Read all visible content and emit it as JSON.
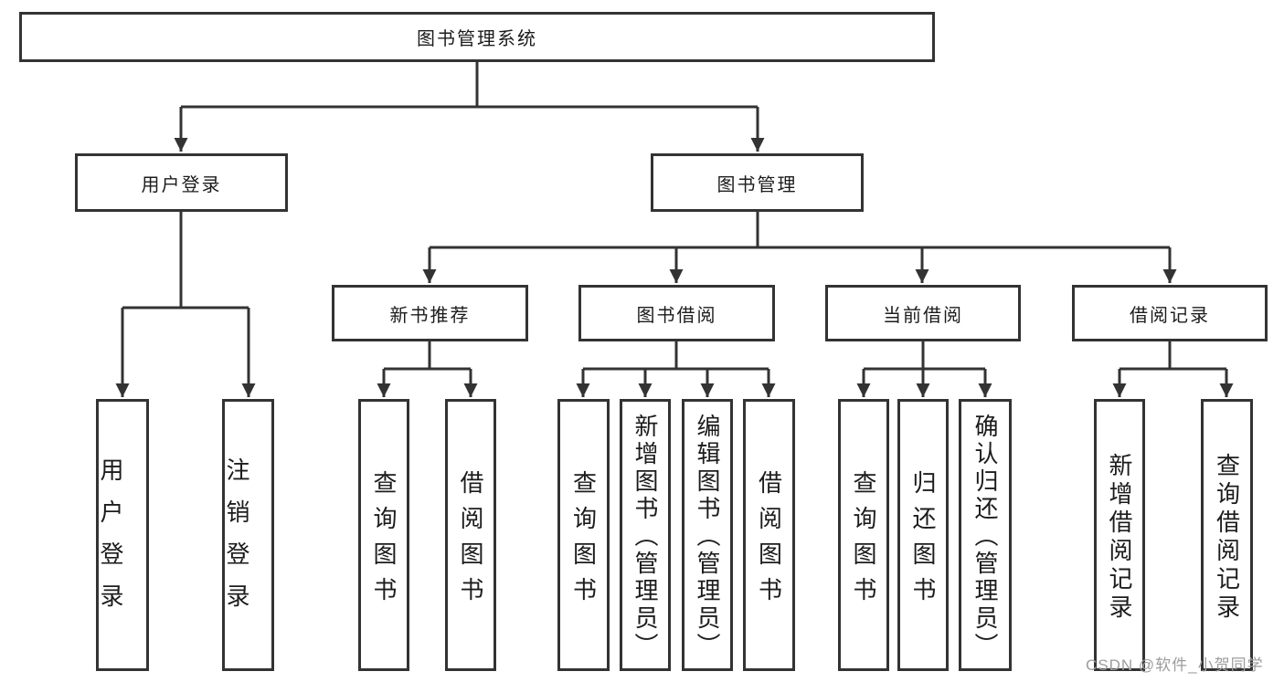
{
  "nodes": {
    "root": {
      "label": "图书管理系统"
    },
    "level2": [
      {
        "label": "用户登录"
      },
      {
        "label": "图书管理"
      }
    ],
    "level3": [
      {
        "label": "新书推荐"
      },
      {
        "label": "图书借阅"
      },
      {
        "label": "当前借阅"
      },
      {
        "label": "借阅记录"
      }
    ],
    "leaves": [
      {
        "label": "用户登录"
      },
      {
        "label": "注销登录"
      },
      {
        "label": "查询图书"
      },
      {
        "label": "借阅图书"
      },
      {
        "label": "查询图书"
      },
      {
        "label": "新增图书（管理员）"
      },
      {
        "label": "编辑图书（管理员）"
      },
      {
        "label": "借阅图书"
      },
      {
        "label": "查询图书"
      },
      {
        "label": "归还图书"
      },
      {
        "label": "确认归还（管理员）"
      },
      {
        "label": "新增借阅记录"
      },
      {
        "label": "查询借阅记录"
      }
    ]
  },
  "watermark": {
    "text": "CSDN @软件_小贺同学"
  },
  "colors": {
    "line": "#333333",
    "box_border": "#333333",
    "text": "#1c1c1c",
    "watermark": "#9d9d9d",
    "background": "#ffffff"
  }
}
